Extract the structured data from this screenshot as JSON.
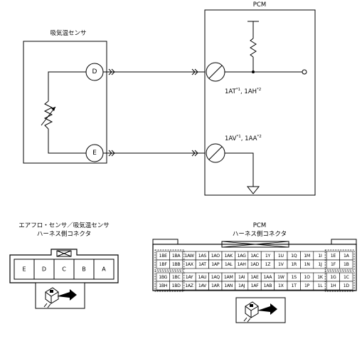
{
  "sensor": {
    "title": "吸気温センサ",
    "pin_top": "D",
    "pin_bottom": "E"
  },
  "pcm": {
    "title": "PCM",
    "term_top_a": "1AT",
    "term_top_a_sup": "*1",
    "term_top_b": "1AH",
    "term_top_b_sup": "*2",
    "term_bot_a": "1AV",
    "term_bot_a_sup": "*1",
    "term_bot_b": "1AA",
    "term_bot_b_sup": "*2"
  },
  "sensor_connector": {
    "title_line1": "エアフロ・センサ／吸気温センサ",
    "title_line2": "ハーネス側コネクタ",
    "pins": [
      "E",
      "D",
      "C",
      "B",
      "A"
    ]
  },
  "pcm_connector": {
    "title_line1": "PCM",
    "title_line2": "ハーネス側コネクタ",
    "rows": [
      [
        "1BE",
        "1BA",
        "1AW",
        "1AS",
        "1AO",
        "1AK",
        "1AG",
        "1AC",
        "1Y",
        "1U",
        "1Q",
        "1M",
        "1I",
        "1E",
        "1A"
      ],
      [
        "1BF",
        "1BB",
        "1AX",
        "1AT",
        "1AP",
        "1AL",
        "1AH",
        "1AD",
        "1Z",
        "1V",
        "1R",
        "1N",
        "1J",
        "1F",
        "1B"
      ],
      [
        "1BG",
        "1BC",
        "1AY",
        "1AU",
        "1AQ",
        "1AM",
        "1AI",
        "1AE",
        "1AA",
        "1W",
        "1S",
        "1O",
        "1K",
        "1G",
        "1C"
      ],
      [
        "1BH",
        "1BD",
        "1AZ",
        "1AV",
        "1AR",
        "1AN",
        "1AJ",
        "1AF",
        "1AB",
        "1X",
        "1T",
        "1P",
        "1L",
        "1H",
        "1D"
      ]
    ]
  }
}
